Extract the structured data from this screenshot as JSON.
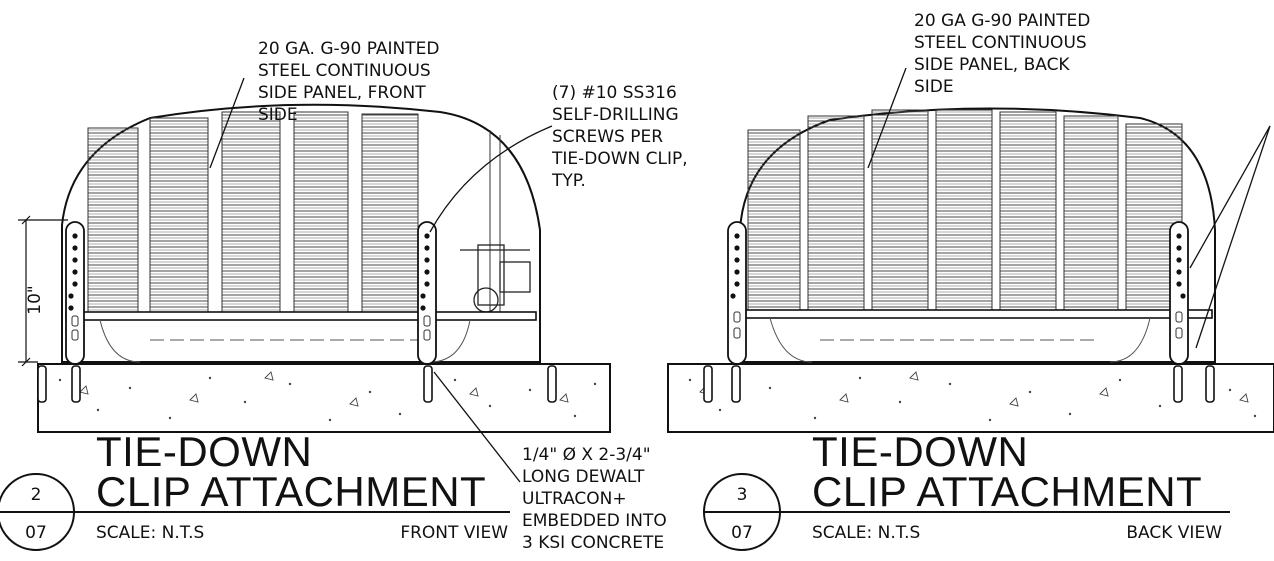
{
  "detail_2": {
    "title_line1": "TIE-DOWN",
    "title_line2": "CLIP ATTACHMENT",
    "number": "2",
    "sheet": "07",
    "scale": "SCALE: N.T.S",
    "view": "FRONT VIEW",
    "dimension": "10\"",
    "note_panel": [
      "20 GA. G-90 PAINTED",
      "STEEL CONTINUOUS",
      "SIDE PANEL, FRONT",
      "SIDE"
    ],
    "note_screws": [
      "(7) #10 SS316",
      "SELF-DRILLING",
      "SCREWS PER",
      "TIE-DOWN CLIP,",
      "TYP."
    ],
    "note_anchor": [
      "1/4\" Ø X 2-3/4\"",
      "LONG DEWALT",
      "ULTRACON+",
      "EMBEDDED INTO",
      "3 KSI CONCRETE"
    ]
  },
  "detail_3": {
    "title_line1": "TIE-DOWN",
    "title_line2": "CLIP ATTACHMENT",
    "number": "3",
    "sheet": "07",
    "scale": "SCALE: N.T.S",
    "view": "BACK VIEW",
    "note_panel": [
      "20 GA G-90 PAINTED",
      "STEEL CONTINUOUS",
      "SIDE PANEL, BACK",
      "SIDE"
    ]
  }
}
